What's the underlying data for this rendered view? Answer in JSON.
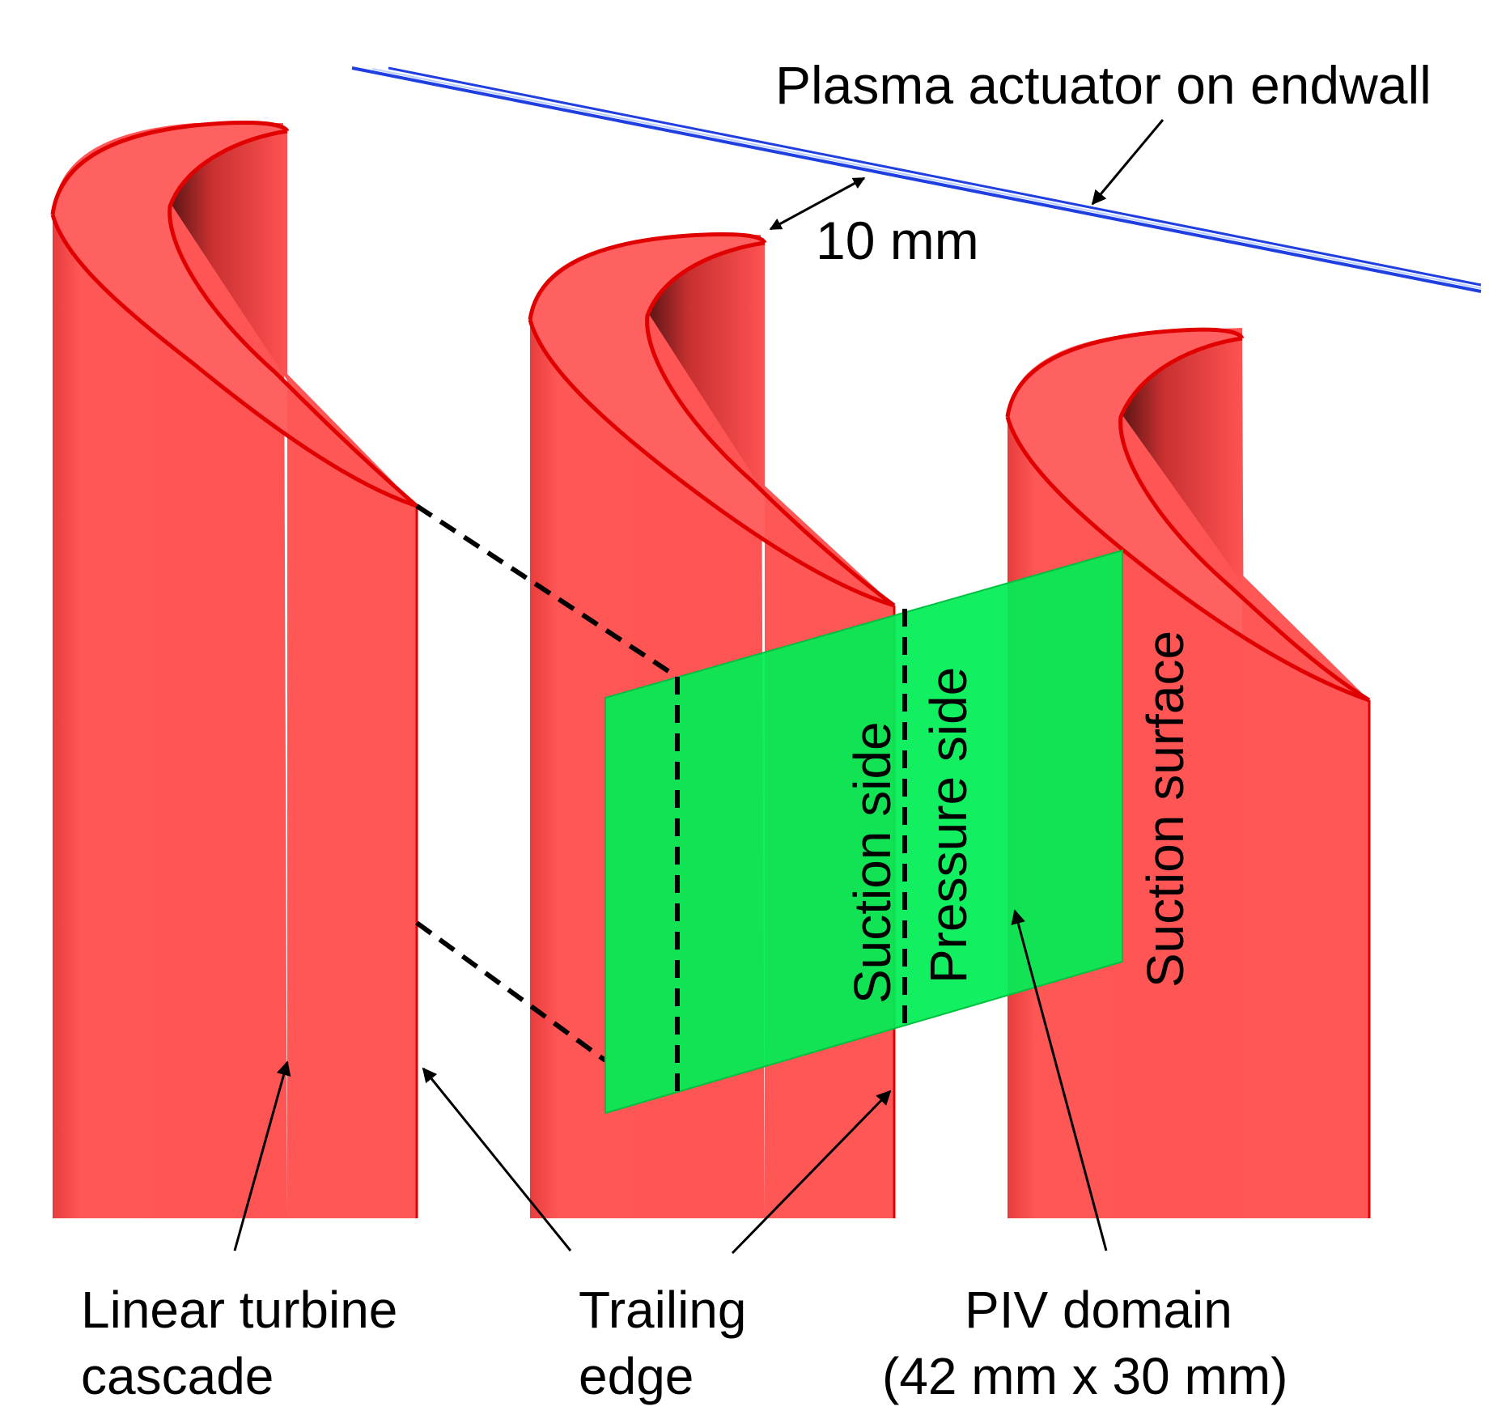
{
  "labels": {
    "plasma_actuator": "Plasma actuator on endwall",
    "gap": "10 mm",
    "suction_side": "Suction side",
    "pressure_side": "Pressure side",
    "suction_surface": "Suction surface",
    "cascade_line1": "Linear turbine",
    "cascade_line2": "cascade",
    "trailing_line1": "Trailing",
    "trailing_line2": "edge",
    "piv_line1": "PIV domain",
    "piv_line2": "(42 mm x 30 mm)"
  },
  "colors": {
    "blade": "#ff5252",
    "blade_outline": "#e00000",
    "piv_plane": "#00ee55",
    "actuator": "#1f3fe0"
  }
}
